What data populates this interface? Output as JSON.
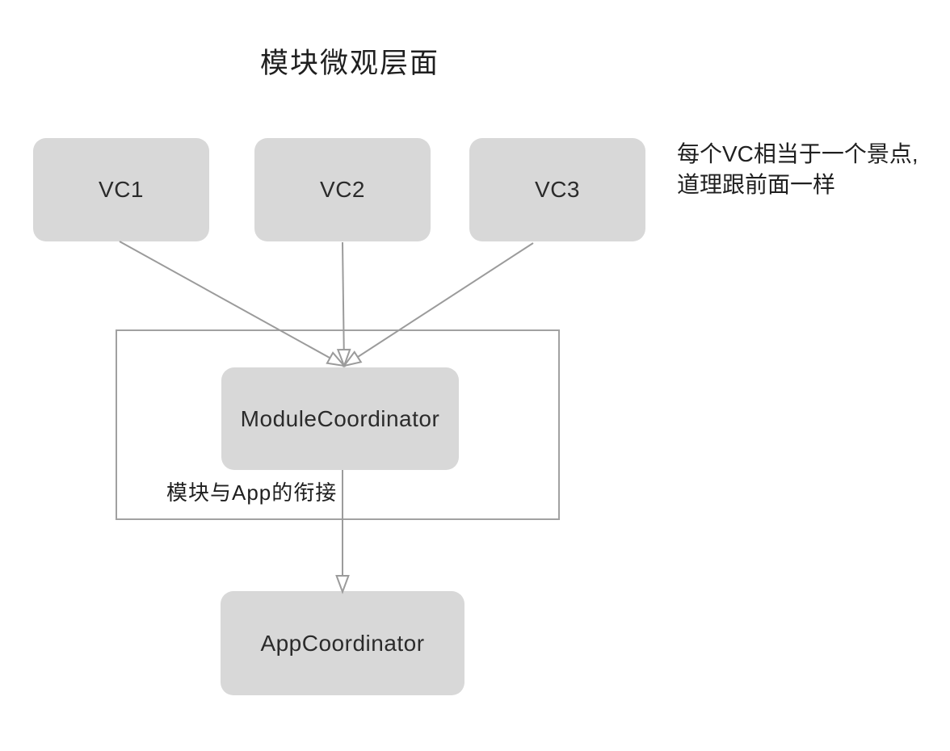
{
  "title": "模块微观层面",
  "nodes": {
    "vc1": {
      "label": "VC1"
    },
    "vc2": {
      "label": "VC2"
    },
    "vc3": {
      "label": "VC3"
    },
    "module_coordinator": {
      "label": "ModuleCoordinator"
    },
    "app_coordinator": {
      "label": "AppCoordinator"
    }
  },
  "annotations": {
    "vc_note_line1": "每个VC相当于一个景点,",
    "vc_note_line2": "道理跟前面一样",
    "module_group_label": "模块与App的衔接"
  },
  "diagram": {
    "type": "flowchart",
    "edges": [
      {
        "from": "VC1",
        "to": "ModuleCoordinator",
        "arrow": "open-triangle"
      },
      {
        "from": "VC2",
        "to": "ModuleCoordinator",
        "arrow": "open-triangle"
      },
      {
        "from": "VC3",
        "to": "ModuleCoordinator",
        "arrow": "open-triangle"
      },
      {
        "from": "ModuleCoordinator",
        "to": "AppCoordinator",
        "arrow": "open-triangle"
      }
    ],
    "groups": [
      {
        "label": "模块与App的衔接",
        "contains": [
          "ModuleCoordinator"
        ]
      }
    ]
  },
  "colors": {
    "background": "#ffffff",
    "node_fill": "#d8d8d8",
    "node_text": "#2b2b2b",
    "line": "#9b9b9b",
    "group_border": "#a1a1a1",
    "text": "#1f1f1f"
  }
}
